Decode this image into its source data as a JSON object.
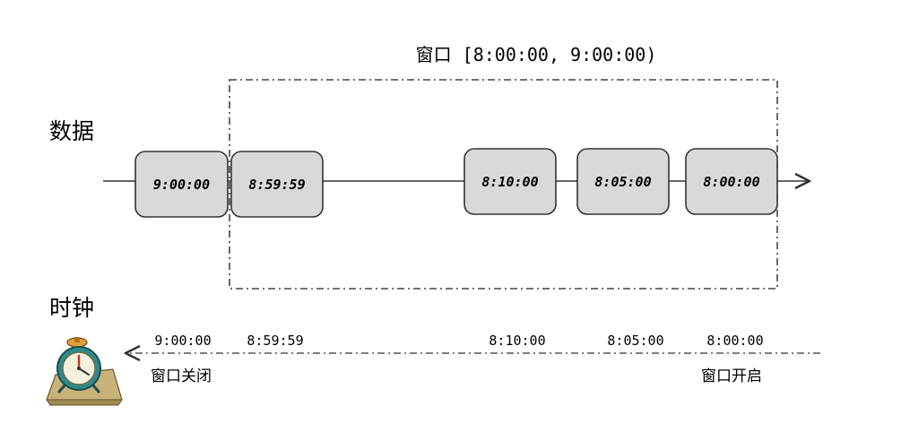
{
  "window_label": "窗口 [8:00:00, 9:00:00)",
  "data_label": "数据",
  "clock_label": "时钟",
  "events": [
    "9:00:00",
    "8:59:59",
    "8:10:00",
    "8:05:00",
    "8:00:00"
  ],
  "clock_ticks": [
    "9:00:00",
    "8:59:59",
    "8:10:00",
    "8:05:00",
    "8:00:00"
  ],
  "window_close": "窗口关闭",
  "window_open": "窗口开启",
  "colors": {
    "event_fill": "#d9d9d9",
    "stroke": "#333333"
  }
}
